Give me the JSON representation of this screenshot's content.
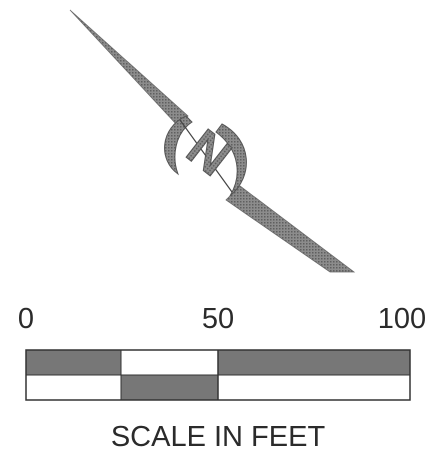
{
  "north_arrow": {
    "letter": "N",
    "fill_color": "#7a7a7a"
  },
  "scale_bar": {
    "tick_labels": [
      "0",
      "50",
      "100"
    ],
    "caption": "SCALE IN FEET",
    "dark_color": "#777777",
    "light_color": "#ffffff",
    "outline_color": "#333333"
  }
}
